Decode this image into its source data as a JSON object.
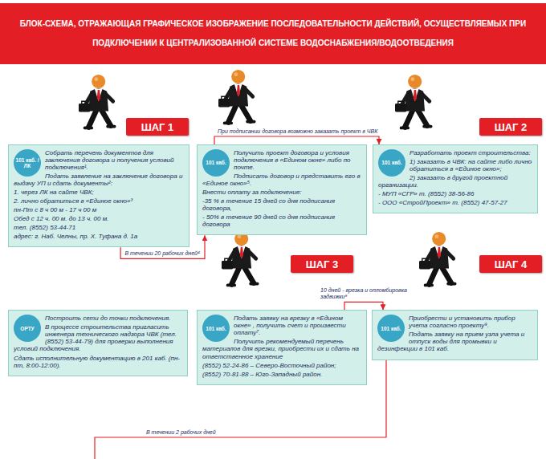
{
  "diagram": {
    "title": "БЛОК-СХЕМА, ОТРАЖАЮЩАЯ ГРАФИЧЕСКОЕ ИЗОБРАЖЕНИЕ ПОСЛЕДОВАТЕЛЬНОСТИ ДЕЙСТВИЙ, ОСУЩЕСТВЛЯЕМЫХ ПРИ ПОДКЛЮЧЕНИИ К ЦЕНТРАЛИЗОВАННОЙ СИСТЕМЕ ВОДОСНАБЖЕНИЯ/ВОДООТВЕДЕНИЯ",
    "nodes": [
      {
        "text": [
          "ШАГ 1"
        ]
      },
      {
        "text": [
          "Собрать перечень документов для заключения договора и получения условий подключения¹.",
          "Подать заявление на заключение договора и выдачу УП и сдать документы²:",
          "1. через ЛК на сайте ЧВК;",
          "2. лично обратиться в «Единое окно»³",
          "пн-Пт с 8 ч 00 м - 17 ч 00 м",
          "Обед с 12 ч. 00 м. до 13 ч. 00 м.",
          "тел. (8552) 53-44-71",
          "адрес: г. Наб. Челны, пр. Х. Туфана д. 1а"
        ]
      },
      {
        "text": [
          "101 каб. / ЛК"
        ],
        "in": 1
      },
      {
        "text": [
          "Получить проект договора и условия подключения в «Едином окне» либо по почте.",
          "Подписать договор и представить его в «Единое окно»⁵.",
          "Внести оплату за подключение:",
          "-35 % в течение 15 дней со дня подписания договора,",
          "- 50% в течение 90 дней со дня подписания договора"
        ]
      },
      {
        "text": [
          "101 каб."
        ],
        "in": 3
      },
      {
        "text": [
          "ШАГ 2"
        ]
      },
      {
        "text": [
          "Разработать проект строительства:",
          "1) заказать в ЧВК: на сайте либо лично обратиться в «Единое окно»;",
          "2) заказать в другой проектной организации.",
          "- МУП «СГР» т. (8552) 38-56-86",
          "- ООО «СтройПроект» т. (8552) 47-57-27"
        ]
      },
      {
        "text": [
          "101 каб."
        ],
        "in": 6
      },
      {
        "text": [
          "ШАГ 3"
        ]
      },
      {
        "text": [
          "ШАГ 4"
        ]
      },
      {
        "text": [
          "Построить сети до точки подключения.",
          "В процессе строительства пригласить инженера технического надзора ЧВК (тел. (8552) 53-44-79) для проверки выполнения условий подключения.",
          "Сдать исполнительную документацию в 201 каб. (пн-пт, 8:00-12:00)."
        ]
      },
      {
        "text": [
          "ОРТУ"
        ],
        "in": 10
      },
      {
        "text": [
          "Подать заявку на врезку в «Едином окне» , получить счет и произвести оплату⁷.",
          "Получить рекомендуемый перечень материалов для врезки, приобрести их и сдать на ответственное хранение",
          "(8552) 52-24-86 – Северо-Восточный район;",
          "(8552) 70-81-88 – Юго-Западный район."
        ]
      },
      {
        "text": [
          "101 каб."
        ],
        "in": 12
      },
      {
        "text": [
          "Приобрести и установить прибор учета согласно проекту⁹.",
          "Подать заявку на прием узла учета и отпуск воды для промывки и дезинфекции в 101 каб."
        ]
      },
      {
        "text": [
          "101 каб."
        ],
        "in": 14
      }
    ],
    "edges": [
      {
        "from": 1,
        "to": 3,
        "arrow": "to",
        "label": "В течении 20 рабочих дней⁴"
      },
      {
        "from": 3,
        "to": 6,
        "arrow": "to",
        "label": "При подписании договора возможно заказать проект в ЧВК"
      },
      {
        "from": 12,
        "to": 14,
        "arrow": "to",
        "label": "10 дней - врезка и опломбировка задвижки⁸"
      }
    ],
    "labels": [
      "В течении 2 рабочих дней"
    ]
  }
}
